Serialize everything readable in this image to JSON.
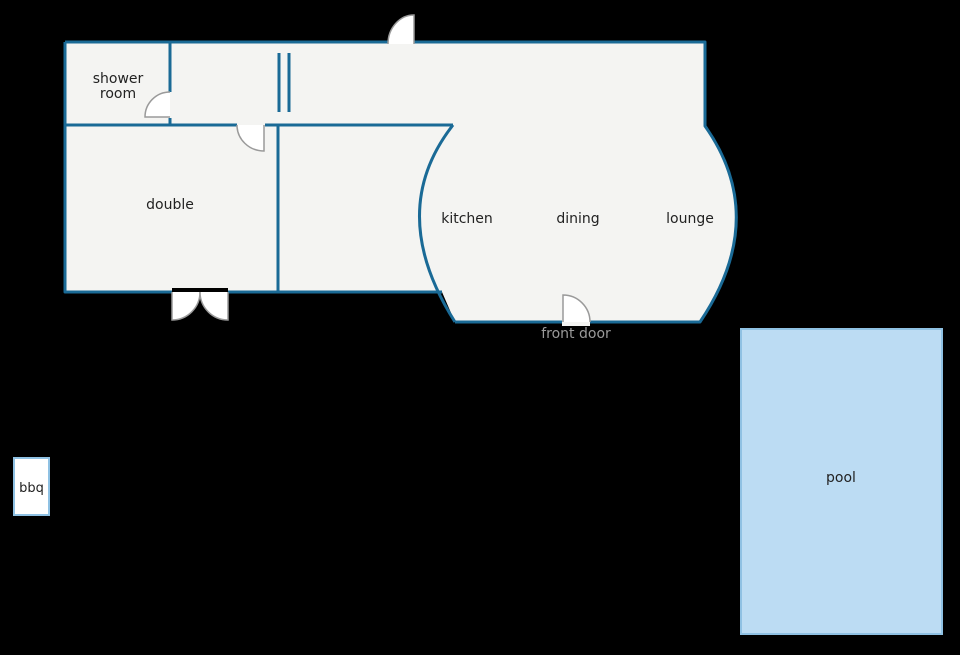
{
  "colors": {
    "background": "#000000",
    "floor": "#f4f4f2",
    "wall": "#1a6a96",
    "door": "#9a9a9a",
    "pool_fill": "#bcdcf3",
    "pool_border": "#8fc1e3",
    "bbq_fill": "#ffffff",
    "bbq_border": "#8fc1e3",
    "label": "#222222",
    "outdoor_label": "#9a9a9a"
  },
  "rooms": {
    "shower_line1": "shower",
    "shower_line2": "room",
    "double": "double",
    "kitchen": "kitchen",
    "dining": "dining",
    "lounge": "lounge"
  },
  "labels": {
    "front_door": "front door",
    "pool": "pool",
    "bbq": "bbq"
  }
}
